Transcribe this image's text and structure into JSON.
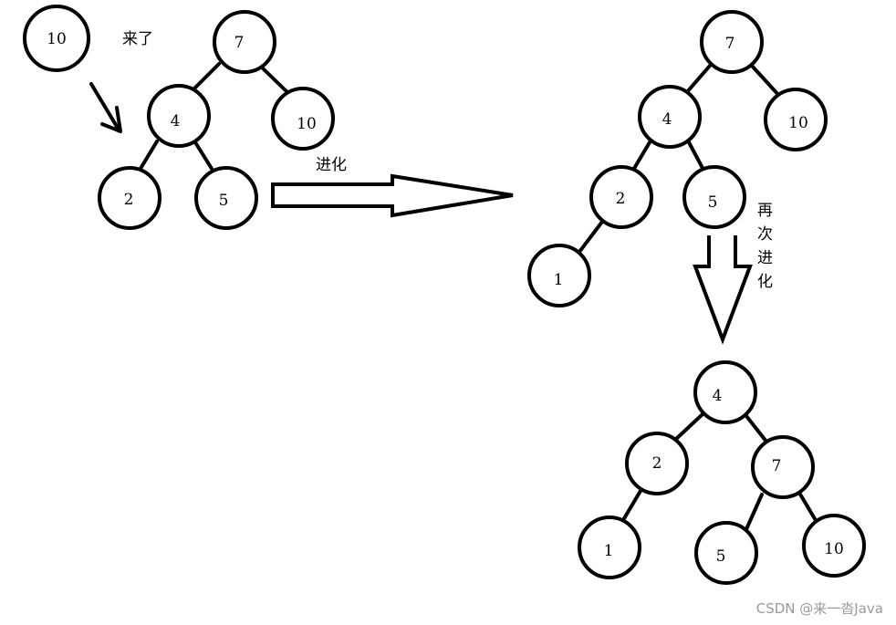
{
  "captions": {
    "arrives": "来了",
    "evolve": "进化",
    "evolve_again": "再次进化",
    "evolve_again_chars": [
      "再",
      "次",
      "进",
      "化"
    ]
  },
  "incoming_node": "10",
  "tree1": {
    "root": "7",
    "root_right": "10",
    "mid": "4",
    "left_leaf": "2",
    "right_leaf": "5"
  },
  "tree2": {
    "root": "7",
    "root_right": "10",
    "mid": "4",
    "left": "2",
    "right": "5",
    "bottom": "1"
  },
  "tree3": {
    "root": "4",
    "left": "2",
    "right": "7",
    "left_leaf": "1",
    "right_left": "5",
    "right_right": "10"
  },
  "watermark": "CSDN @来一沓Java",
  "colors": {
    "stroke": "#000000",
    "background": "#ffffff",
    "watermark": "#9a9a9a"
  }
}
